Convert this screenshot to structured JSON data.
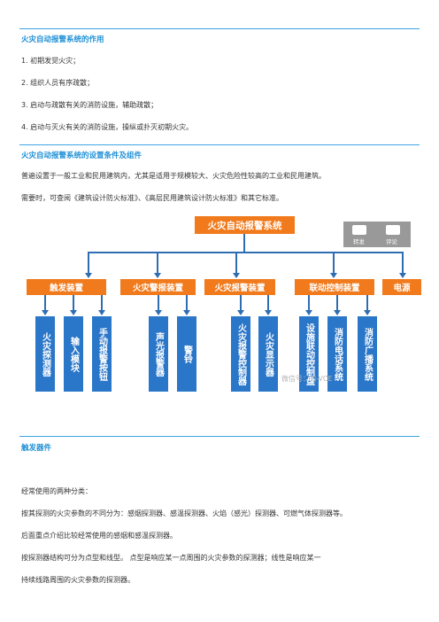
{
  "section1": {
    "heading": "火灾自动报警系统的作用",
    "items": [
      "1.  初期发觉火灾；",
      "2.  组织人员有序疏散；",
      "3.  启动与疏散有关的消防设施，辅助疏散；",
      "4.  启动与灭火有关的消防设施，操纵或扑灭初期火灾。"
    ]
  },
  "section2": {
    "heading": "火灾自动报警系统的设置条件及组件",
    "para1": "普遍设置于一般工业和民用建筑内，尤其是适用于规模较大、火灾危险性较高的工业和民用建筑。",
    "para2": "需要时，可查阅《建筑设计防火标准》、《高层民用建筑设计防火标准》和其它标准。"
  },
  "diagram": {
    "root": "火灾自动报警系统",
    "categories": [
      {
        "label": "触发装置",
        "leaves": [
          "火灾探测器",
          "输入模块",
          "手动报警按钮"
        ]
      },
      {
        "label": "火灾警报装置",
        "leaves": [
          "声光报警器",
          "警铃"
        ]
      },
      {
        "label": "火灾报警装置",
        "leaves": [
          "火灾报警控制器",
          "火灾显示器"
        ]
      },
      {
        "label": "联动控制装置",
        "leaves": [
          "设施联动控制盘",
          "消防电话系统",
          "消防广播系统"
        ]
      },
      {
        "label": "电源",
        "leaves": []
      }
    ],
    "share_label": "转发",
    "comment_label": "评论",
    "watermark": "微信号：TJ-VCE"
  },
  "section3": {
    "heading": "触发器件",
    "lines": [
      "经常使用的两种分类：",
      "按其探测的火灾参数的不同分为：感烟探测器、感温探测器、火焰（感光）探测器、可燃气体探测器等。",
      "后面重点介绍比较经常使用的感烟和感温探测器。",
      "       按探测器结构可分为点型和线型。  点型是响应某一点周围的火灾参数的探测器；线性是响应某一",
      "持续线路周围的火灾参数的探测器。"
    ]
  }
}
